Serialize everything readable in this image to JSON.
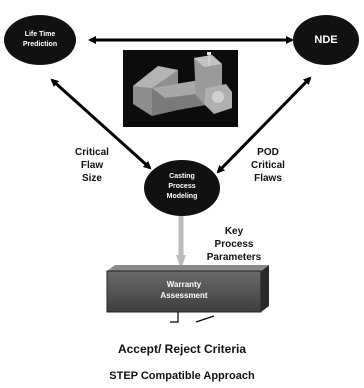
{
  "nodes": {
    "life_time": {
      "line1": "Life Time",
      "line2": "Prediction"
    },
    "nde": {
      "label": "NDE"
    },
    "casting": {
      "line1": "Casting",
      "line2": "Process",
      "line3": "Modeling"
    },
    "warranty": {
      "line1": "Warranty",
      "line2": "Assessment"
    }
  },
  "edges": {
    "critical_flaw_size": {
      "line1": "Critical",
      "line2": "Flaw",
      "line3": "Size"
    },
    "pod_critical_flaws": {
      "line1": "POD",
      "line2": "Critical",
      "line3": "Flaws"
    },
    "key_process_parameters": {
      "line1": "Key",
      "line2": "Process",
      "line3": "Parameters"
    }
  },
  "footer": {
    "accept_reject": "Accept/ Reject Criteria",
    "step": "STEP Compatible Approach"
  },
  "colors": {
    "node_fill": "#111111",
    "arrow": "#000000",
    "gray_arrow": "#bcbcbc",
    "warranty_box": "#555555",
    "image_bg": "#0c0c0c",
    "casting_surface": "#9a9a9a"
  }
}
